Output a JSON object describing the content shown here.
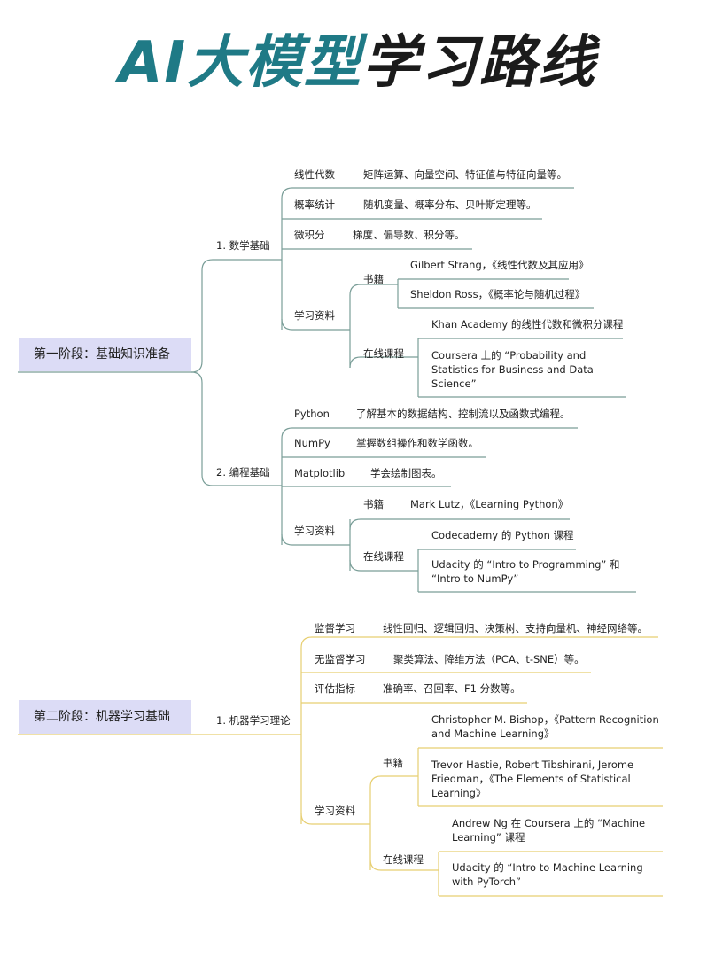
{
  "title": {
    "part1": "AI大模型",
    "part2": "学习路线"
  },
  "stage1": {
    "label": "第一阶段：基础知识准备",
    "math": {
      "label": "1. 数学基础",
      "linear": {
        "label": "线性代数",
        "desc": "矩阵运算、向量空间、特征值与特征向量等。"
      },
      "prob": {
        "label": "概率统计",
        "desc": "随机变量、概率分布、贝叶斯定理等。"
      },
      "calc": {
        "label": "微积分",
        "desc": "梯度、偏导数、积分等。"
      },
      "res": {
        "label": "学习资料",
        "books": {
          "label": "书籍",
          "items": [
            "Gilbert Strang，《线性代数及其应用》",
            "Sheldon Ross，《概率论与随机过程》"
          ]
        },
        "online": {
          "label": "在线课程",
          "items": [
            "Khan Academy 的线性代数和微积分课程",
            "Coursera 上的 “Probability and Statistics for Business and Data Science”"
          ]
        }
      }
    },
    "prog": {
      "label": "2. 编程基础",
      "python": {
        "label": "Python",
        "desc": "了解基本的数据结构、控制流以及函数式编程。"
      },
      "numpy": {
        "label": "NumPy",
        "desc": "掌握数组操作和数学函数。"
      },
      "mpl": {
        "label": "Matplotlib",
        "desc": "学会绘制图表。"
      },
      "res": {
        "label": "学习资料",
        "books": {
          "label": "书籍",
          "items": [
            "Mark Lutz，《Learning Python》"
          ]
        },
        "online": {
          "label": "在线课程",
          "items": [
            "Codecademy 的 Python 课程",
            "Udacity 的 “Intro to Programming” 和 “Intro to NumPy”"
          ]
        }
      }
    }
  },
  "stage2": {
    "label": "第二阶段：机器学习基础",
    "ml": {
      "label": "1. 机器学习理论",
      "sup": {
        "label": "监督学习",
        "desc": "线性回归、逻辑回归、决策树、支持向量机、神经网络等。"
      },
      "unsup": {
        "label": "无监督学习",
        "desc": "聚类算法、降维方法（PCA、t-SNE）等。"
      },
      "eval": {
        "label": "评估指标",
        "desc": "准确率、召回率、F1 分数等。"
      },
      "res": {
        "label": "学习资料",
        "books": {
          "label": "书籍",
          "items": [
            "Christopher M. Bishop，《Pattern Recognition and Machine Learning》",
            "Trevor Hastie, Robert Tibshirani, Jerome Friedman，《The Elements of Statistical Learning》"
          ]
        },
        "online": {
          "label": "在线课程",
          "items": [
            "Andrew Ng 在 Coursera 上的 “Machine Learning” 课程",
            "Udacity 的 “Intro to Machine Learning with PyTorch”"
          ]
        }
      }
    }
  },
  "colors": {
    "accent": "#1f7a86",
    "stage_bg": "#dcdcf6",
    "line1": "#7a9e98",
    "line2": "#e7cf72"
  }
}
